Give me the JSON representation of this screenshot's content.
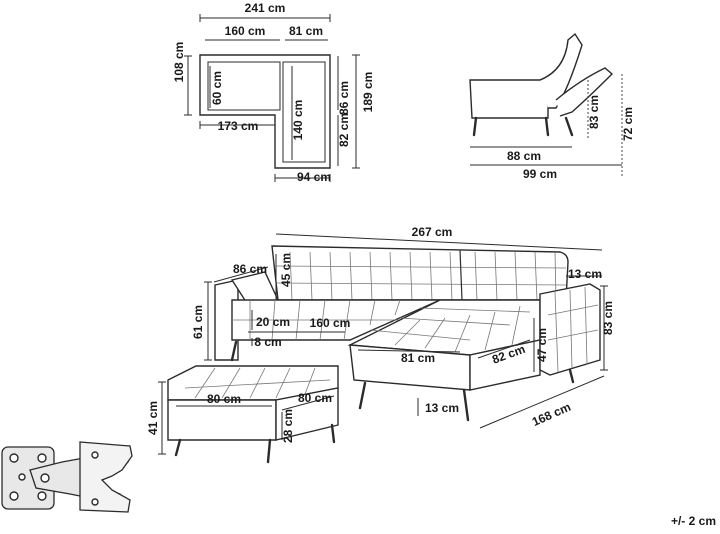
{
  "top_view": {
    "d241": "241 cm",
    "d160": "160 cm",
    "d81": "81 cm",
    "d108": "108 cm",
    "d60": "60 cm",
    "d173": "173 cm",
    "d140": "140 cm",
    "d86": "86 cm",
    "d82": "82 cm",
    "d189": "189 cm",
    "d94": "94 cm"
  },
  "side_view": {
    "d88": "88 cm",
    "d99": "99 cm",
    "d83": "83 cm",
    "d72": "72 cm"
  },
  "main_view": {
    "d267": "267 cm",
    "d86": "86 cm",
    "d45": "45 cm",
    "d13a": "13 cm",
    "d61": "61 cm",
    "d20": "20 cm",
    "d160": "160 cm",
    "d8": "8 cm",
    "d81": "81 cm",
    "d82": "82 cm",
    "d47": "47 cm",
    "d83": "83 cm",
    "d13b": "13 cm",
    "d168": "168 cm"
  },
  "ottoman": {
    "d80a": "80 cm",
    "d80b": "80 cm",
    "d41": "41 cm",
    "d28": "28 cm"
  },
  "tolerance": "+/- 2 cm"
}
